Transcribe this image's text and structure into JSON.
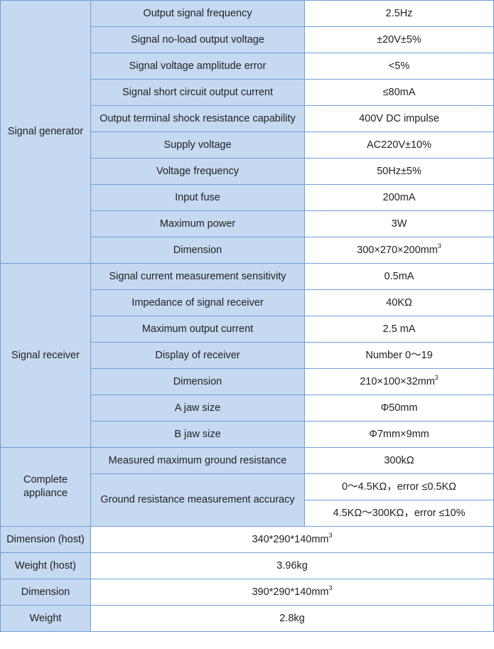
{
  "groups": [
    {
      "name": "Signal generator",
      "rows": [
        {
          "label": "Output signal frequency",
          "value": "2.5Hz"
        },
        {
          "label": "Signal no-load output voltage",
          "value": "±20V±5%"
        },
        {
          "label": "Signal voltage amplitude error",
          "value": "<5%"
        },
        {
          "label": "Signal short circuit output current",
          "value": "≤80mA"
        },
        {
          "label": "Output terminal shock resistance capability",
          "value": "400V DC impulse"
        },
        {
          "label": "Supply voltage",
          "value": "AC220V±10%"
        },
        {
          "label": "Voltage frequency",
          "value": "50Hz±5%"
        },
        {
          "label": "Input fuse",
          "value": "200mA"
        },
        {
          "label": "Maximum power",
          "value": "3W"
        },
        {
          "label": "Dimension",
          "value": "300×270×200mm",
          "sup": "3"
        }
      ]
    },
    {
      "name": "Signal receiver",
      "rows": [
        {
          "label": "Signal current measurement sensitivity",
          "value": "0.5mA"
        },
        {
          "label": "Impedance of signal receiver",
          "value": "40KΩ"
        },
        {
          "label": "Maximum output current",
          "value": "2.5 mA"
        },
        {
          "label": "Display of receiver",
          "value": "Number 0～19"
        },
        {
          "label": "Dimension",
          "value": "210×100×32mm",
          "sup": "3"
        },
        {
          "label": "A jaw size",
          "value": "Φ50mm"
        },
        {
          "label": "B jaw size",
          "value": "Φ7mm×9mm"
        }
      ]
    },
    {
      "name": "Complete appliance",
      "rows": [
        {
          "label": "Measured maximum ground resistance",
          "value": "300kΩ"
        },
        {
          "label": "Ground resistance measurement accuracy",
          "values": [
            "0～4.5KΩ，error ≤0.5KΩ",
            "4.5KΩ～300KΩ，error ≤10%"
          ]
        }
      ]
    }
  ],
  "footer_rows": [
    {
      "label": "Dimension (host)",
      "value": "340*290*140mm",
      "sup": "3"
    },
    {
      "label": "Weight (host)",
      "value": "3.96kg"
    },
    {
      "label": "Dimension",
      "value": "390*290*140mm",
      "sup": "3"
    },
    {
      "label": "Weight",
      "value": "2.8kg"
    }
  ]
}
